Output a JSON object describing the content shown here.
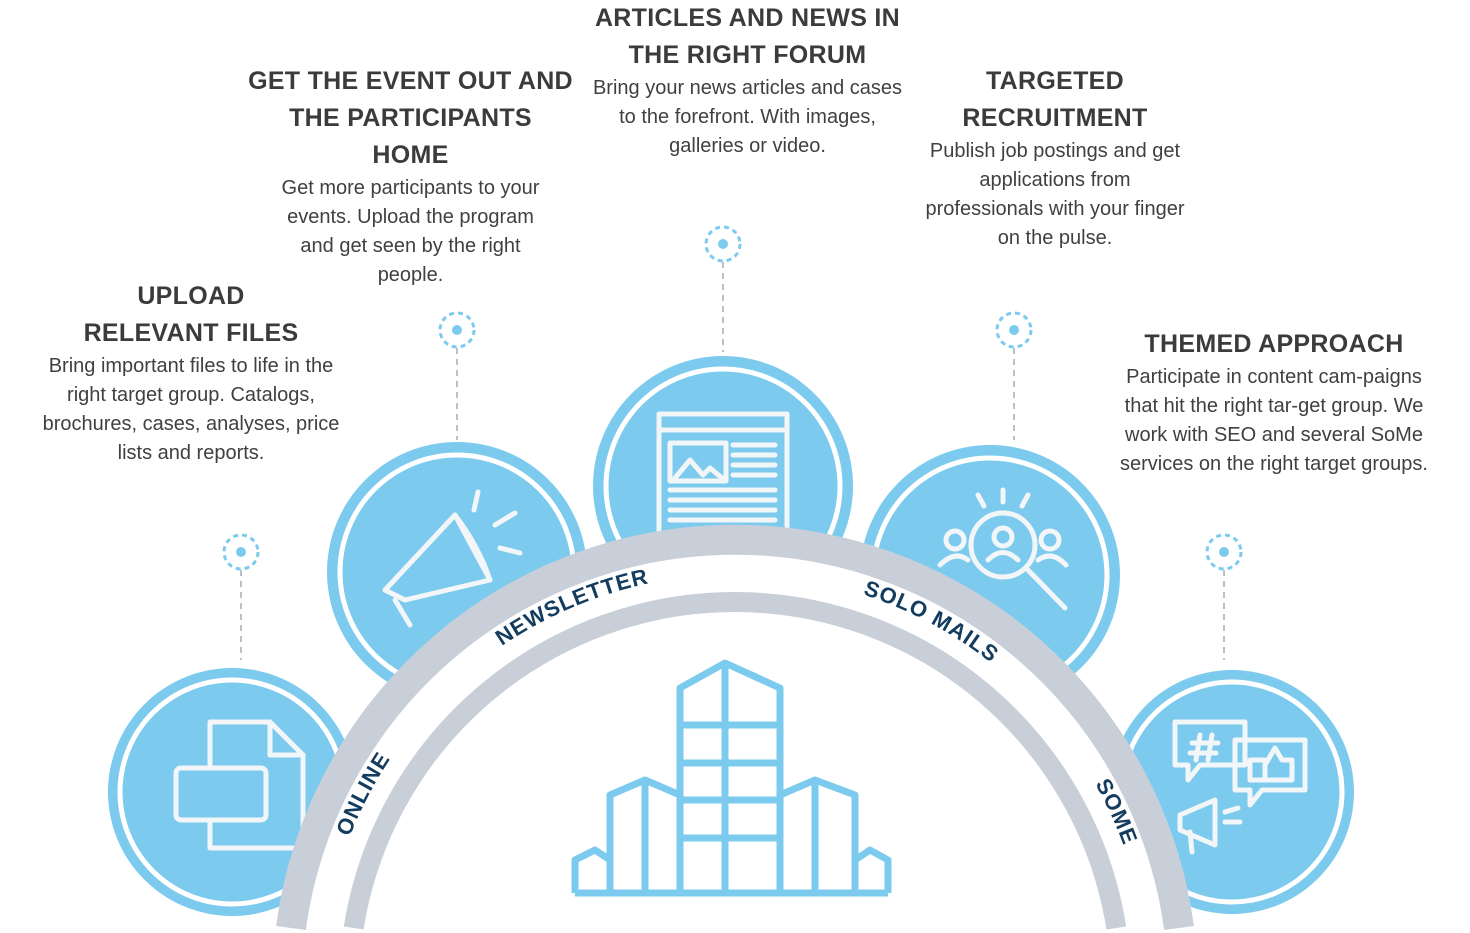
{
  "colors": {
    "blue": "#7ccbee",
    "gray": "#c8cfd8",
    "navy": "#143c5e",
    "text": "#3b3b3b"
  },
  "features": [
    {
      "title": "UPLOAD RELEVANT FILES",
      "body": "Bring important files to life in the right target group. Catalogs, brochures, cases, analyses, price lists and reports.",
      "icon": "pdf-file-icon"
    },
    {
      "title": "GET THE EVENT OUT AND THE PARTICIPANTS HOME",
      "body": "Get more participants to your events. Upload the program and get seen by the right people.",
      "icon": "megaphone-icon"
    },
    {
      "title": "ARTICLES AND NEWS IN THE RIGHT FORUM",
      "body": "Bring your news articles and cases to the forefront. With images, galleries or video.",
      "icon": "news-article-icon"
    },
    {
      "title": "TARGETED RECRUITMENT",
      "body": "Publish job postings and get applications from professionals with your finger on the pulse.",
      "icon": "recruitment-search-icon"
    },
    {
      "title": "THEMED APPROACH",
      "body": "Participate in content cam-paigns that hit the right tar-get group. We work with SEO and several SoMe services on the right target groups.",
      "icon": "social-media-icon"
    }
  ],
  "channels": [
    "ONLINE",
    "NEWSLETTER",
    "SOLO MAILS",
    "SOME"
  ]
}
